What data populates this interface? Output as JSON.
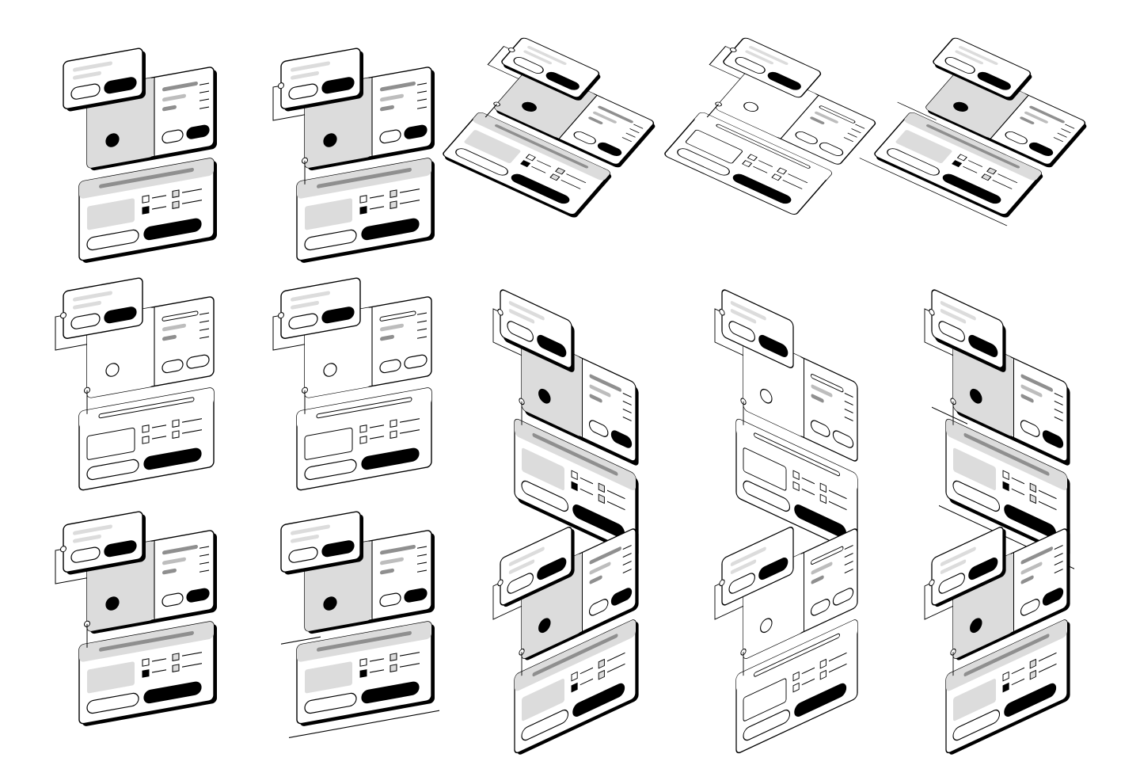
{
  "illustration_set": {
    "subject": "wireframe-ui-stack",
    "grid": {
      "rows": 3,
      "columns": 5
    },
    "colors": {
      "ink": "#000000",
      "paper": "#ffffff",
      "fill_light": "#dcdcdc",
      "fill_mid": "#bdbdbd",
      "fill_dark": "#8f8f8f"
    },
    "variants": [
      {
        "projection": "front",
        "filled": true,
        "connectors": false,
        "dividers": false
      },
      {
        "projection": "front",
        "filled": true,
        "connectors": true,
        "dividers": false
      },
      {
        "projection": "iso-right",
        "filled": true,
        "connectors": true,
        "dividers": false
      },
      {
        "projection": "iso-right",
        "filled": false,
        "connectors": true,
        "dividers": false
      },
      {
        "projection": "iso-right",
        "filled": true,
        "connectors": false,
        "dividers": true
      },
      {
        "projection": "front",
        "filled": false,
        "connectors": true,
        "dividers": false
      },
      {
        "projection": "front",
        "filled": false,
        "connectors": true,
        "dividers": false
      },
      {
        "projection": "iso-left",
        "filled": true,
        "connectors": true,
        "dividers": false
      },
      {
        "projection": "iso-left",
        "filled": false,
        "connectors": true,
        "dividers": false
      },
      {
        "projection": "iso-left",
        "filled": true,
        "connectors": true,
        "dividers": true
      },
      {
        "projection": "front",
        "filled": true,
        "connectors": true,
        "dividers": false
      },
      {
        "projection": "front",
        "filled": true,
        "connectors": false,
        "dividers": true
      },
      {
        "projection": "iso-up",
        "filled": true,
        "connectors": true,
        "dividers": false
      },
      {
        "projection": "iso-up",
        "filled": false,
        "connectors": true,
        "dividers": false
      },
      {
        "projection": "iso-up",
        "filled": true,
        "connectors": true,
        "dividers": false
      }
    ]
  }
}
